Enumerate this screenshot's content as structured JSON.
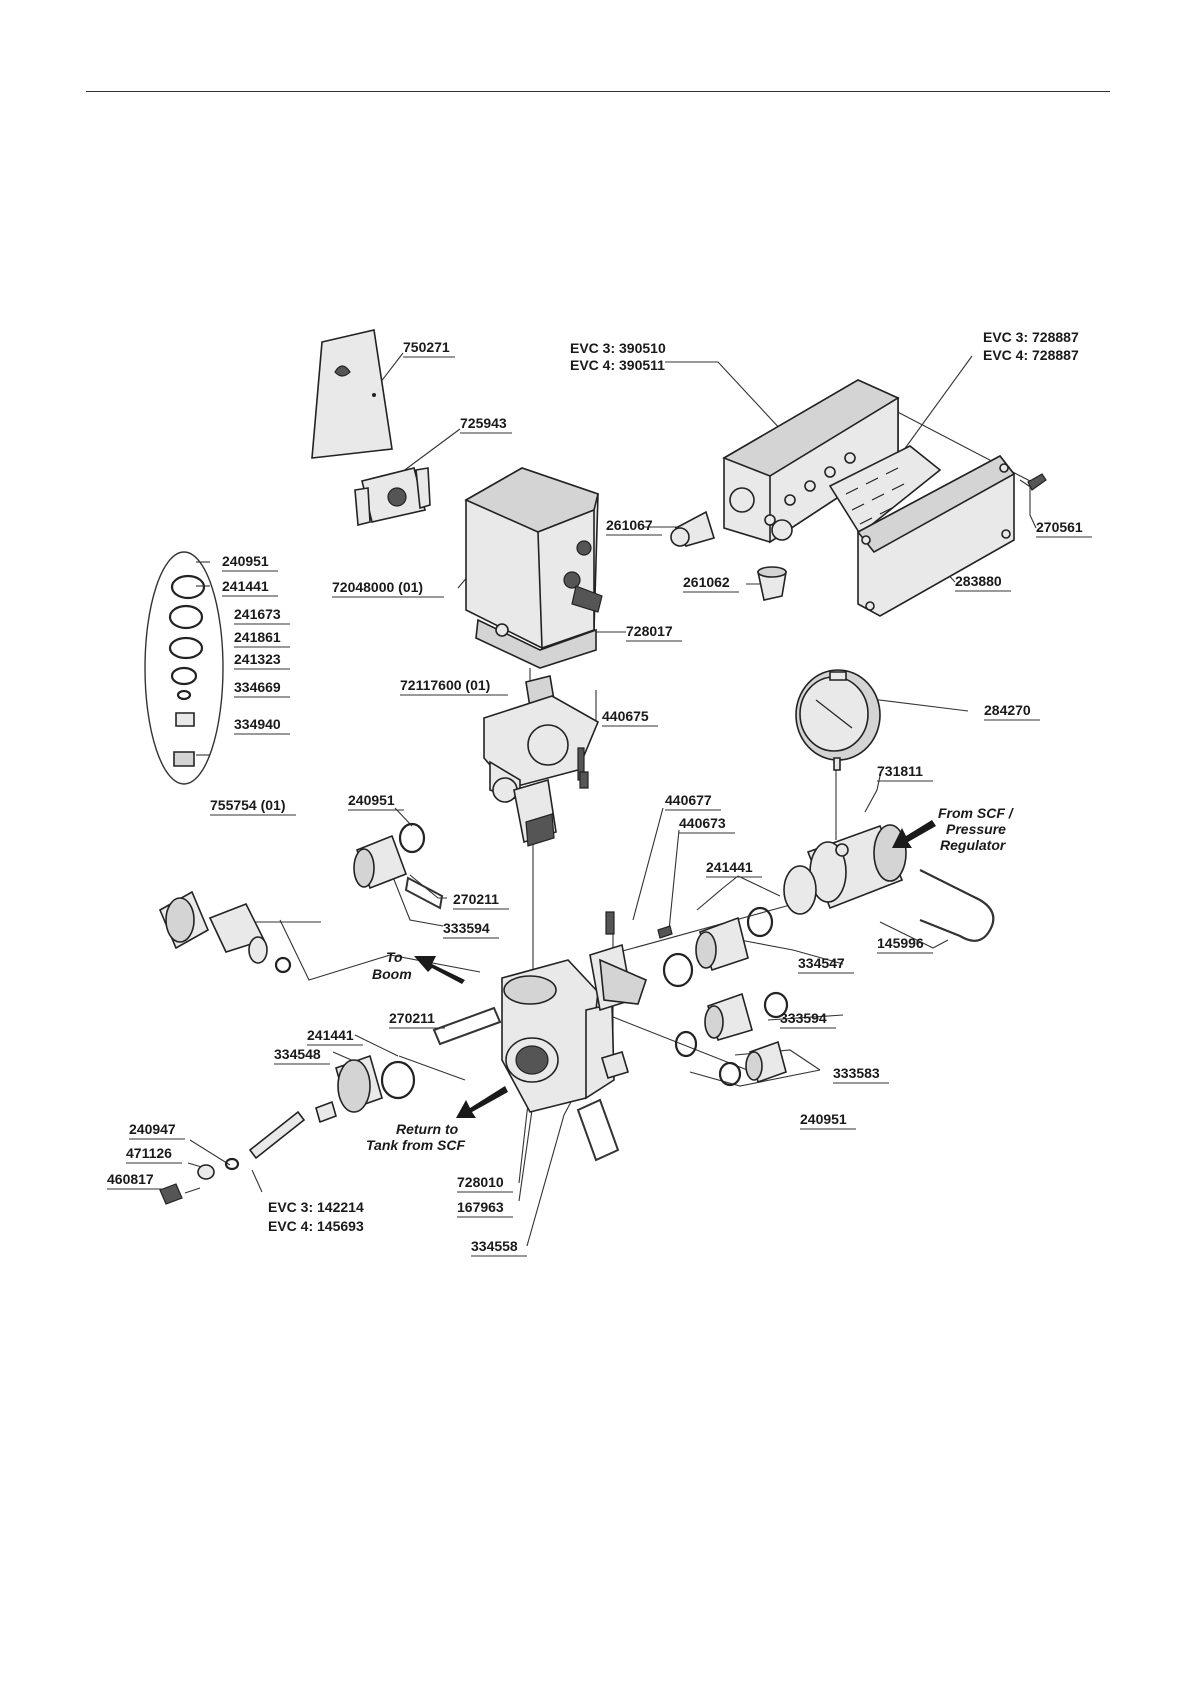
{
  "labels": {
    "p750271": "750271",
    "p725943": "725943",
    "p390510": "EVC 3: 390510",
    "p390511": "EVC 4: 390511",
    "p728887a": "EVC 3: 728887",
    "p728887b": "EVC 4: 728887",
    "p240951a": "240951",
    "p241441a": "241441",
    "p241673": "241673",
    "p241861": "241861",
    "p241323": "241323",
    "p334669": "334669",
    "p334940": "334940",
    "p755754": "755754 (01)",
    "p72048000": "72048000 (01)",
    "p261067": "261067",
    "p261062": "261062",
    "p270561": "270561",
    "p283880": "283880",
    "p728017": "728017",
    "p72117600": "72117600 (01)",
    "p440675": "440675",
    "p284270": "284270",
    "p731811": "731811",
    "p240951b": "240951",
    "p440677": "440677",
    "p440673": "440673",
    "p241441b": "241441",
    "p270211a": "270211",
    "p333594a": "333594",
    "p145996": "145996",
    "p334547": "334547",
    "p270211b": "270211",
    "p333594b": "333594",
    "p241441c": "241441",
    "p334548": "334548",
    "p333583": "333583",
    "p240951c": "240951",
    "p240947": "240947",
    "p471126": "471126",
    "p460817": "460817",
    "p142214": "EVC 3: 142214",
    "p145693": "EVC 4: 145693",
    "p728010": "728010",
    "p167963": "167963",
    "p334558": "334558"
  },
  "notes": {
    "to_boom_1": "To",
    "to_boom_2": "Boom",
    "from_scf_1": "From SCF /",
    "from_scf_2": "Pressure",
    "from_scf_3": "Regulator",
    "return_1": "Return to",
    "return_2": "Tank from SCF"
  }
}
